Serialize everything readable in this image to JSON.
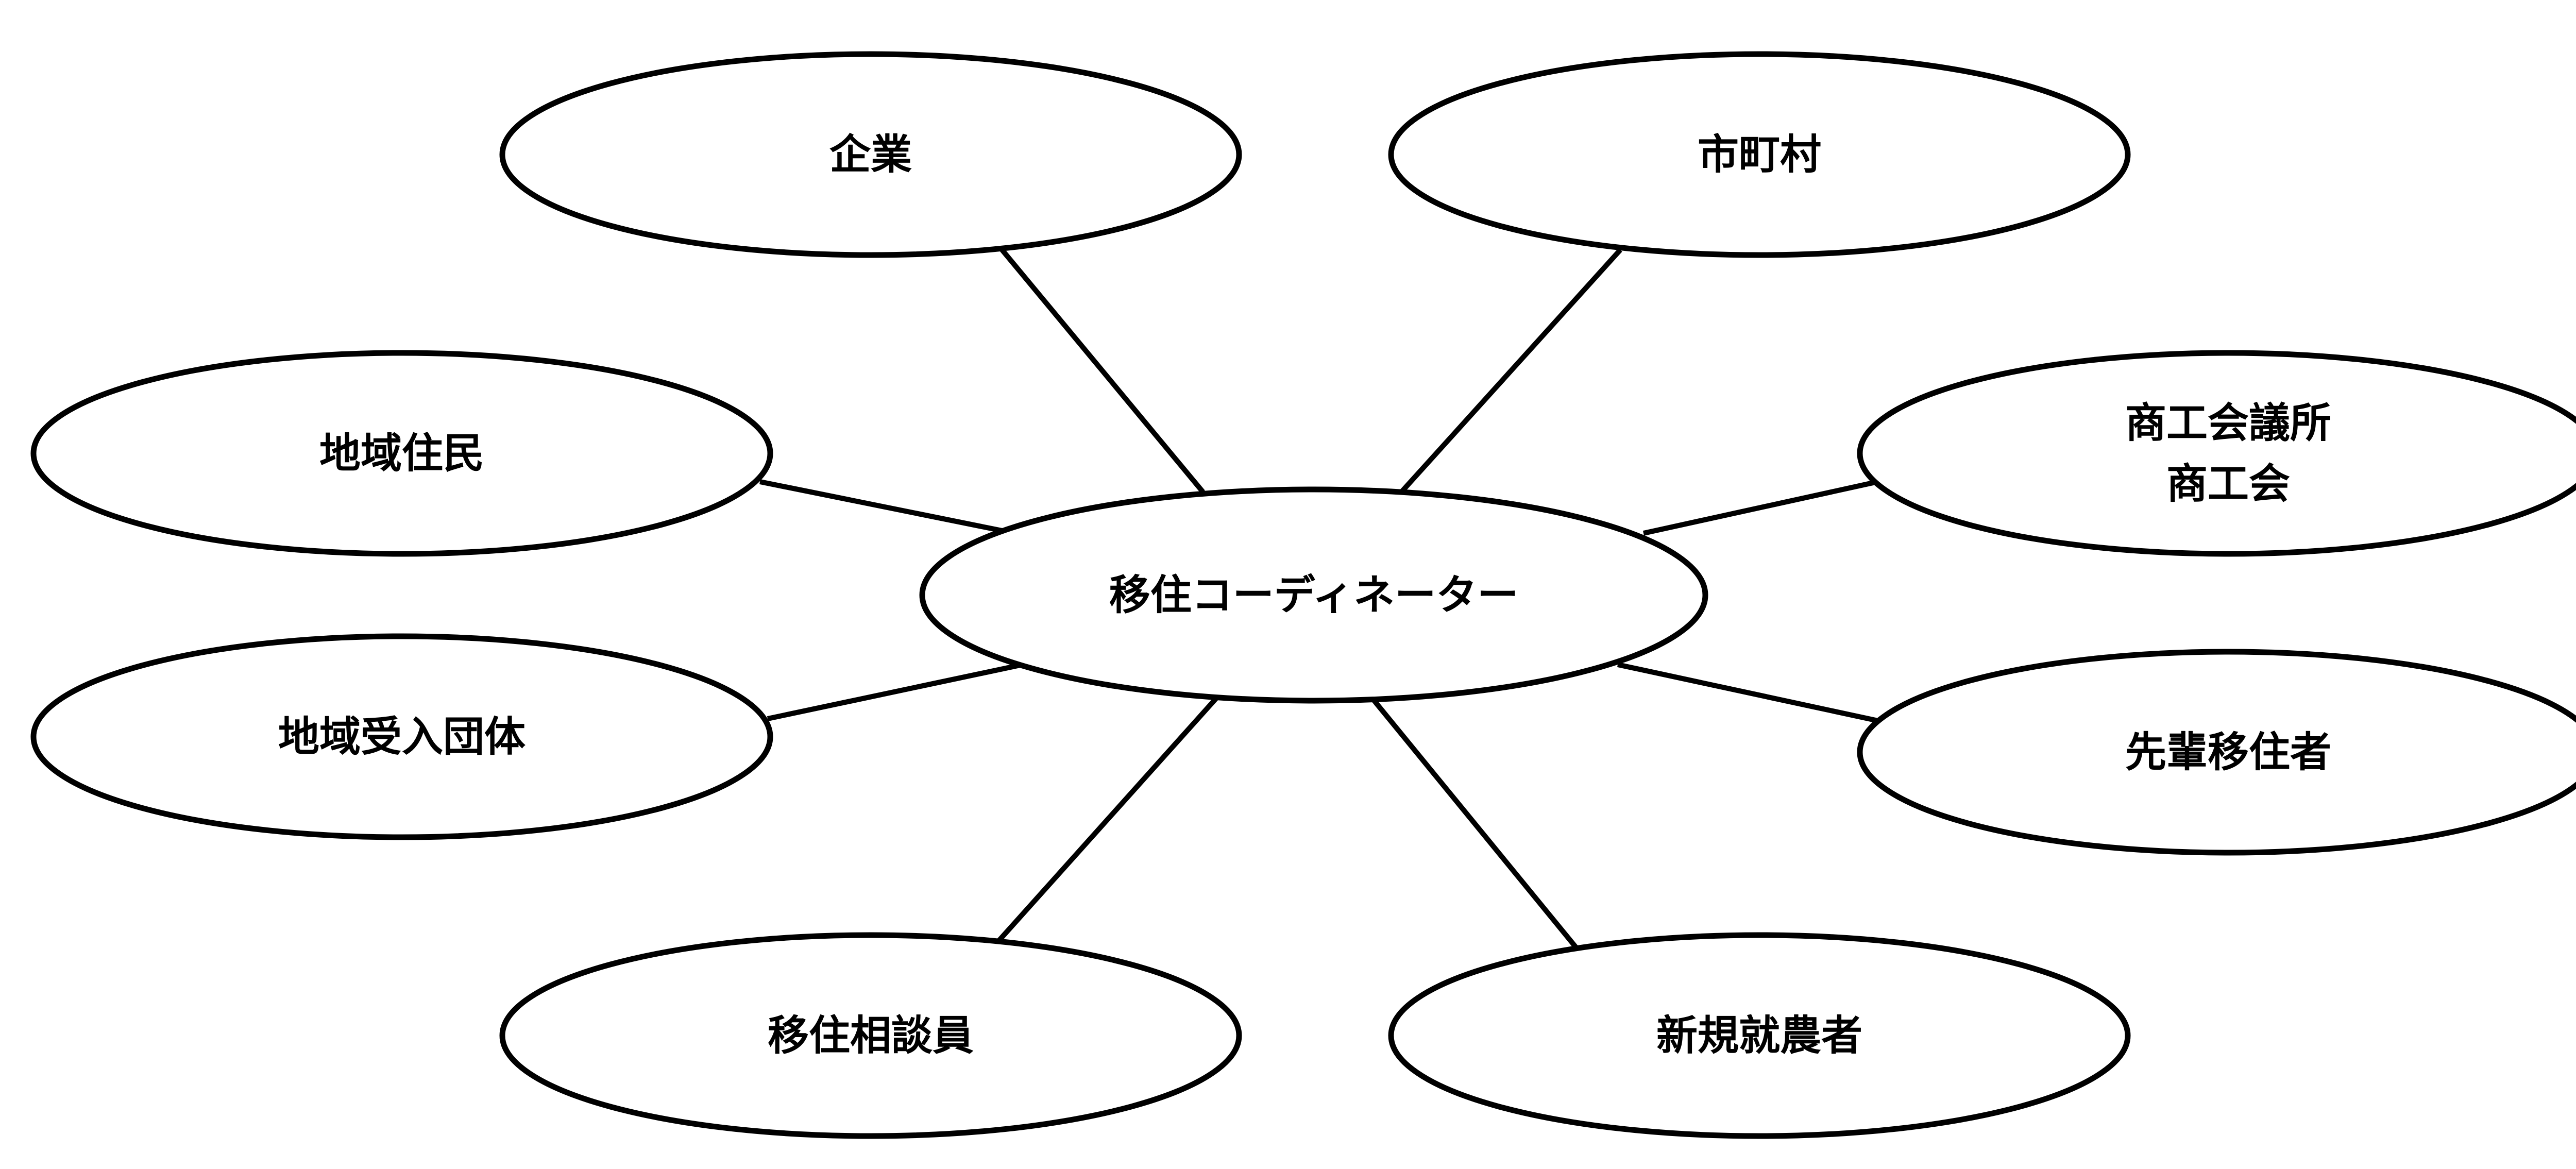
{
  "diagram": {
    "center": {
      "lines": [
        "移住コーディネーター"
      ]
    },
    "nodes": [
      {
        "id": "company",
        "lines": [
          "企業"
        ]
      },
      {
        "id": "municipality",
        "lines": [
          "市町村"
        ]
      },
      {
        "id": "local-residents",
        "lines": [
          "地域住民"
        ]
      },
      {
        "id": "chamber-commerce",
        "lines": [
          "商工会議所",
          "商工会"
        ]
      },
      {
        "id": "local-host-group",
        "lines": [
          "地域受入団体"
        ]
      },
      {
        "id": "senior-migrants",
        "lines": [
          "先輩移住者"
        ]
      },
      {
        "id": "migration-advisor",
        "lines": [
          "移住相談員"
        ]
      },
      {
        "id": "new-farmers",
        "lines": [
          "新規就農者"
        ]
      }
    ],
    "colors": {
      "stroke": "#000000",
      "fill": "#ffffff",
      "text": "#000000"
    }
  }
}
